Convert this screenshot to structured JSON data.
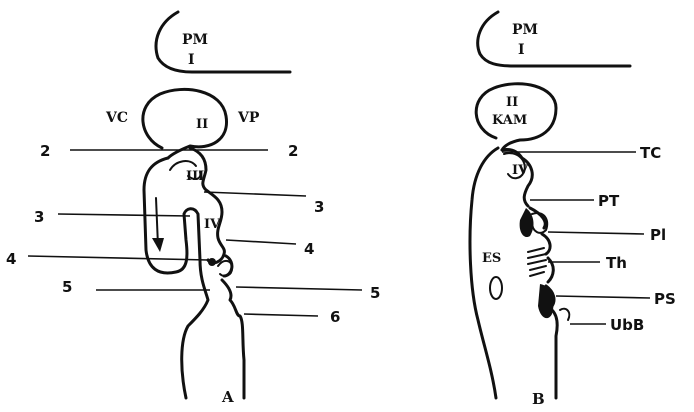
{
  "panel_a": {
    "caption": "A",
    "pm_label": "PM",
    "pm_numeral": "I",
    "vc_label": "VC",
    "vp_label": "VP",
    "numeral_ii": "II",
    "numeral_iii": "III",
    "numeral_iv": "IV",
    "left_markers": [
      "2",
      "3",
      "4",
      "5"
    ],
    "right_markers": [
      "2",
      "3",
      "4",
      "5",
      "6"
    ]
  },
  "panel_b": {
    "caption": "B",
    "pm_label": "PM",
    "pm_numeral": "I",
    "numeral_ii": "II",
    "kam_label": "KAM",
    "numeral_iv": "IV",
    "es_label": "ES",
    "right_labels": [
      "TC",
      "PT",
      "Pl",
      "Th",
      "PS",
      "UbB"
    ]
  }
}
